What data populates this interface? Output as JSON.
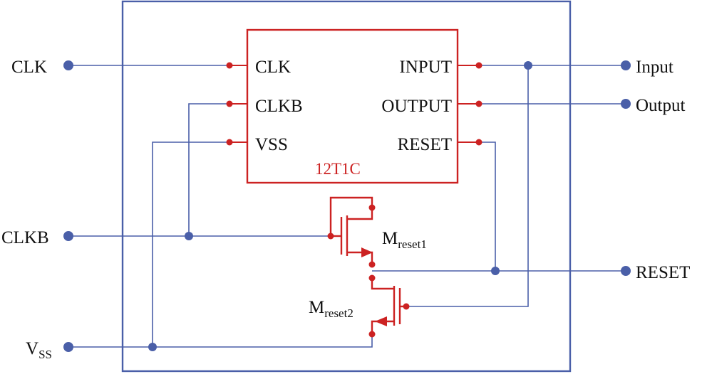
{
  "external_pins": {
    "clk": "CLK",
    "clkb": "CLKB",
    "vss_main": "V",
    "vss_sub": "SS",
    "input": "Input",
    "output": "Output",
    "reset": "RESET"
  },
  "block": {
    "name": "12T1C",
    "left_ports": [
      "CLK",
      "CLKB",
      "VSS"
    ],
    "right_ports": [
      "INPUT",
      "OUTPUT",
      "RESET"
    ]
  },
  "transistors": {
    "m1_main": "M",
    "m1_sub": "reset1",
    "m2_main": "M",
    "m2_sub": "reset2"
  },
  "colors": {
    "wire": "#4a5fa8",
    "component": "#cc2222",
    "pin": "#4a5fa8",
    "label": "#111111"
  }
}
